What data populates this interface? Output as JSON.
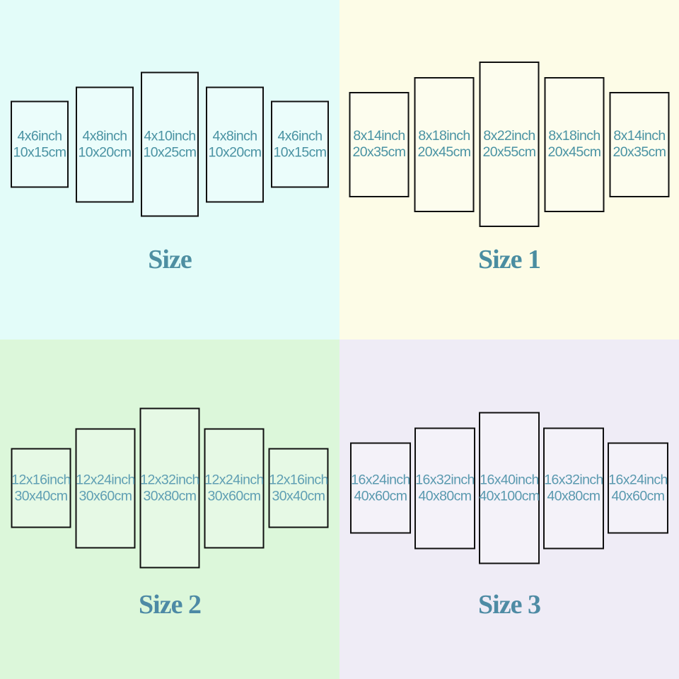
{
  "quadrants": [
    {
      "title": "Size",
      "background": "#e3fcf9",
      "label_color": "#4a93a3",
      "title_color": "#4e8fa2",
      "panels": [
        {
          "inch": "4x6inch",
          "cm": "10x15cm",
          "w_in": 4,
          "h_in": 6
        },
        {
          "inch": "4x8inch",
          "cm": "10x20cm",
          "w_in": 4,
          "h_in": 8
        },
        {
          "inch": "4x10inch",
          "cm": "10x25cm",
          "w_in": 4,
          "h_in": 10
        },
        {
          "inch": "4x8inch",
          "cm": "10x20cm",
          "w_in": 4,
          "h_in": 8
        },
        {
          "inch": "4x6inch",
          "cm": "10x15cm",
          "w_in": 4,
          "h_in": 6
        }
      ]
    },
    {
      "title": "Size 1",
      "background": "#fdfce7",
      "label_color": "#4a93a3",
      "title_color": "#4a8da1",
      "panels": [
        {
          "inch": "8x14inch",
          "cm": "20x35cm",
          "w_in": 8,
          "h_in": 14
        },
        {
          "inch": "8x18inch",
          "cm": "20x45cm",
          "w_in": 8,
          "h_in": 18
        },
        {
          "inch": "8x22inch",
          "cm": "20x55cm",
          "w_in": 8,
          "h_in": 22
        },
        {
          "inch": "8x18inch",
          "cm": "20x45cm",
          "w_in": 8,
          "h_in": 18
        },
        {
          "inch": "8x14inch",
          "cm": "20x35cm",
          "w_in": 8,
          "h_in": 14
        }
      ]
    },
    {
      "title": "Size 2",
      "background": "#dcf7da",
      "label_color": "#5f9fb3",
      "title_color": "#4d8aa5",
      "panels": [
        {
          "inch": "12x16inch",
          "cm": "30x40cm",
          "w_in": 12,
          "h_in": 16
        },
        {
          "inch": "12x24inch",
          "cm": "30x60cm",
          "w_in": 12,
          "h_in": 24
        },
        {
          "inch": "12x32inch",
          "cm": "30x80cm",
          "w_in": 12,
          "h_in": 32
        },
        {
          "inch": "12x24inch",
          "cm": "30x60cm",
          "w_in": 12,
          "h_in": 24
        },
        {
          "inch": "12x16inch",
          "cm": "30x40cm",
          "w_in": 12,
          "h_in": 16
        }
      ]
    },
    {
      "title": "Size 3",
      "background": "#efecf6",
      "label_color": "#5a99af",
      "title_color": "#4e8ba4",
      "panels": [
        {
          "inch": "16x24inch",
          "cm": "40x60cm",
          "w_in": 16,
          "h_in": 24
        },
        {
          "inch": "16x32inch",
          "cm": "40x80cm",
          "w_in": 16,
          "h_in": 32
        },
        {
          "inch": "16x40inch",
          "cm": "40x100cm",
          "w_in": 16,
          "h_in": 40
        },
        {
          "inch": "16x32inch",
          "cm": "40x80cm",
          "w_in": 16,
          "h_in": 32
        },
        {
          "inch": "16x24inch",
          "cm": "40x60cm",
          "w_in": 16,
          "h_in": 24
        }
      ]
    }
  ]
}
